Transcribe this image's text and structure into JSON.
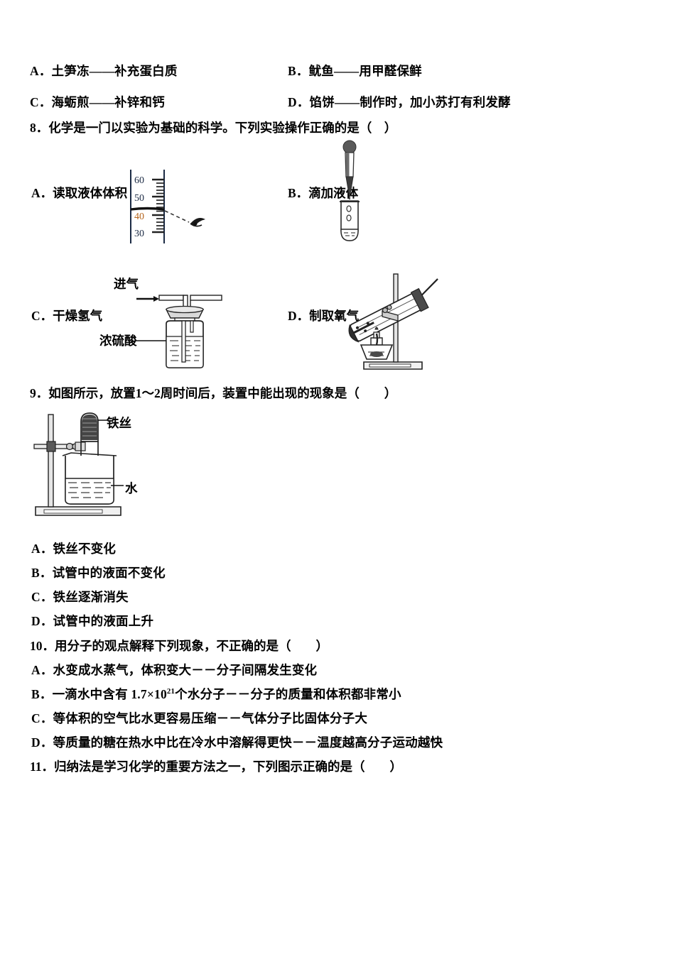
{
  "document": {
    "type": "chemistry-exam-page",
    "language": "zh-CN"
  },
  "question7_options": {
    "a_label": "A．",
    "a_text": "土笋冻——补充蛋白质",
    "b_label": "B．",
    "b_text": "鱿鱼——用甲醛保鲜",
    "c_label": "C．",
    "c_text": "海蛎煎——补锌和钙",
    "d_label": "D．",
    "d_text": "馅饼——制作时，加小苏打有利发酵"
  },
  "question8": {
    "stem": "8．化学是一门以实验为基础的科学。下列实验操作正确的是（　）",
    "options": {
      "a_label": "A．",
      "a_text": "读取液体体积",
      "b_label": "B．",
      "b_text": "滴加液体",
      "c_label": "C．",
      "c_text": "干燥氢气",
      "d_label": "D．",
      "d_text": "制取氧气"
    },
    "figure_a": {
      "name": "graduated-cylinder-reading",
      "scale_labels": [
        "60",
        "50",
        "40",
        "30"
      ],
      "highlight_color": "#b5651d"
    },
    "figure_c": {
      "name": "gas-washing-bottle",
      "inlet_label": "进气",
      "reagent_label": "浓硫酸"
    }
  },
  "question9": {
    "stem": "9．如图所示，放置1～2周时间后，装置中能出现的现象是（　　）",
    "figure": {
      "name": "iron-wire-rusting-apparatus",
      "wire_label": "铁丝",
      "water_label": "水"
    },
    "options": {
      "a_label": "A．",
      "a_text": "铁丝不变化",
      "b_label": "B．",
      "b_text": "试管中的液面不变化",
      "c_label": "C．",
      "c_text": "铁丝逐渐消失",
      "d_label": "D．",
      "d_text": "试管中的液面上升"
    }
  },
  "question10": {
    "stem": "10．用分子的观点解释下列现象，不正确的是（　　）",
    "options": {
      "a_label": "A．",
      "a_text": "水变成水蒸气，体积变大－－分子间隔发生变化",
      "b_label": "B．",
      "b_prefix": "一滴水中含有 1.7×10",
      "b_sup": "21",
      "b_suffix": "个水分子－－分子的质量和体积都非常小",
      "c_label": "C．",
      "c_text": "等体积的空气比水更容易压缩－－气体分子比固体分子大",
      "d_label": "D．",
      "d_text": "等质量的糖在热水中比在冷水中溶解得更快－－温度越高分子运动越快"
    }
  },
  "question11": {
    "stem": "11．归纳法是学习化学的重要方法之一，下列图示正确的是（　　）"
  }
}
